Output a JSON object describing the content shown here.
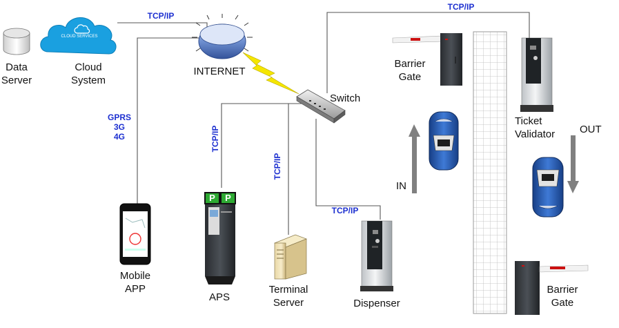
{
  "labels": {
    "data_server": "Data\nServer",
    "cloud_system": "Cloud\nSystem",
    "cloud_services_logo": "CLOUD SERVICES",
    "internet": "INTERNET",
    "switch": "Switch",
    "barrier_gate_top": "Barrier\nGate",
    "barrier_gate_bottom": "Barrier\nGate",
    "ticket_validator": "Ticket\nValidator",
    "out": "OUT",
    "in": "IN",
    "mobile_app": "Mobile\nAPP",
    "aps": "APS",
    "terminal_server": "Terminal\nServer",
    "dispenser": "Dispenser",
    "aps_sign_1": "P",
    "aps_sign_2": "P"
  },
  "protocols": {
    "cloud_to_internet": "TCP/IP",
    "switch_to_validator": "TCP/IP",
    "mobile_link": "GPRS\n3G\n4G",
    "aps_link": "TCP/IP",
    "terminal_link": "TCP/IP",
    "dispenser_link": "TCP/IP"
  },
  "colors": {
    "protocol_text": "#1c2fd0",
    "cloud": "#1aa0e0",
    "globe": "#5d7fc4",
    "lightning": "#f5e600",
    "car_body": "#2459b0",
    "aps_sign": "#2eaa33",
    "barrier_stripe": "#cc1111",
    "arrow": "#808080"
  },
  "icons": {
    "data_server": "database-cylinder-icon",
    "cloud": "cloud-icon",
    "internet": "globe-router-icon",
    "switch": "network-switch-icon",
    "mobile": "smartphone-icon",
    "aps": "pay-station-icon",
    "terminal": "tower-server-icon",
    "dispenser": "ticket-dispenser-icon",
    "validator": "ticket-validator-icon",
    "barrier": "barrier-gate-icon",
    "car": "car-icon"
  }
}
